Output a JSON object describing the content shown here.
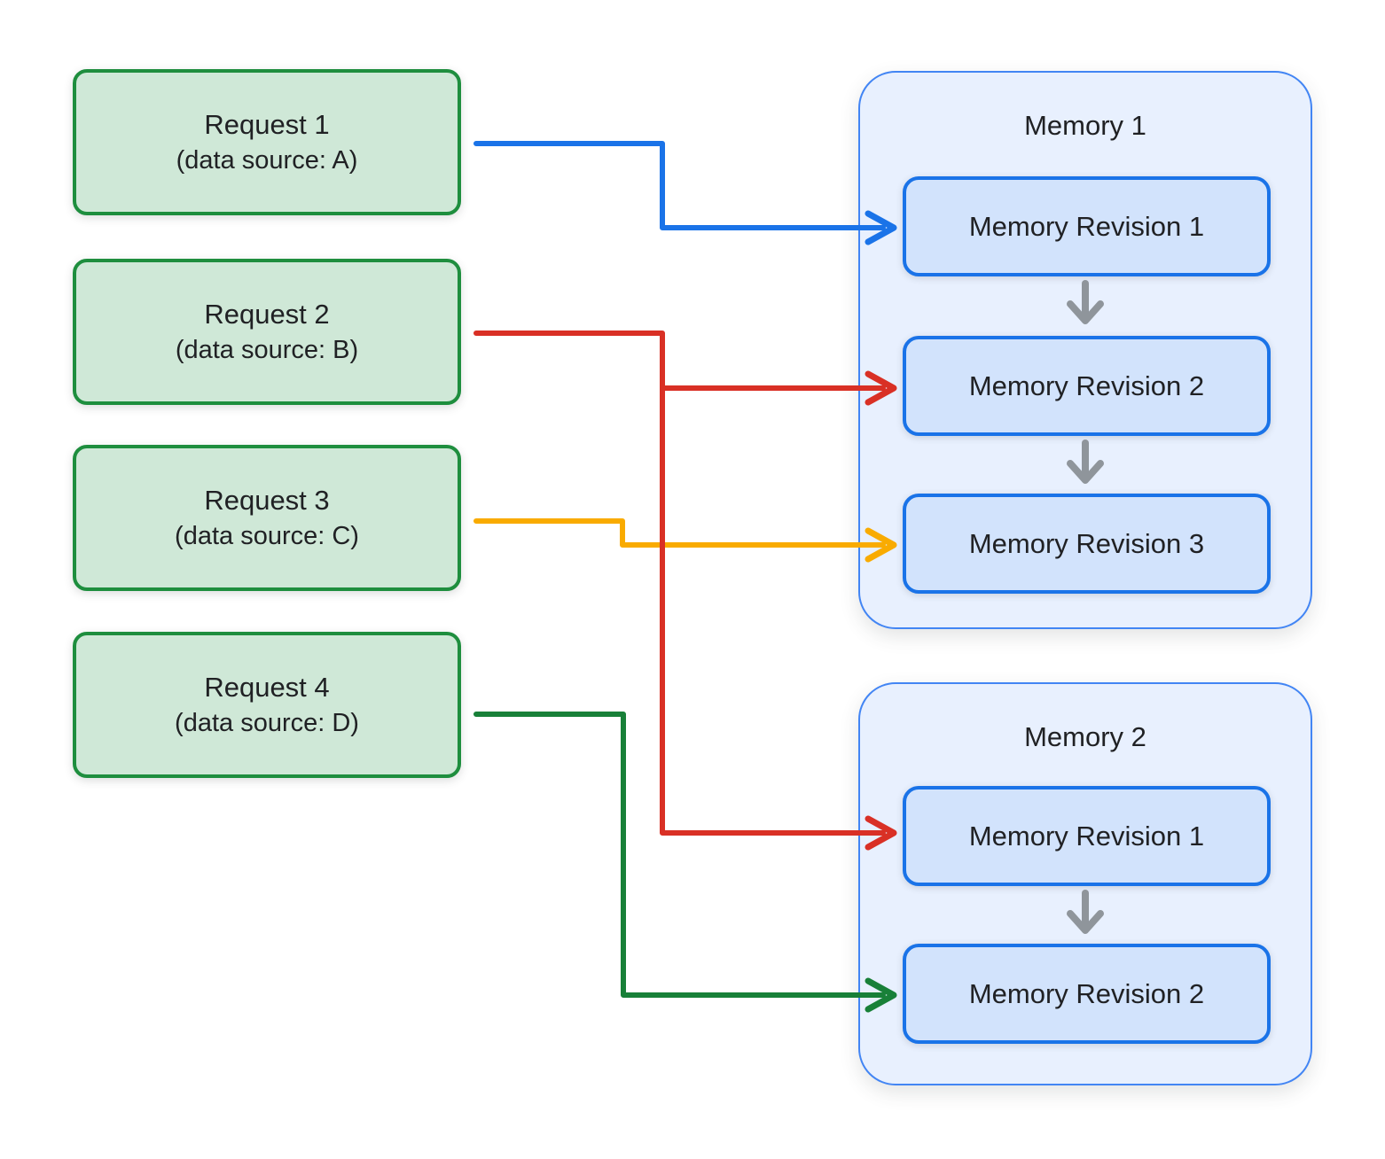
{
  "palette": {
    "bg": "#ffffff",
    "text": "#202124",
    "request_fill": "#cfe8d7",
    "request_border": "#1e8e3e",
    "memory_fill": "#e8f0fe",
    "memory_border": "#4285f4",
    "revision_fill": "#d2e3fc",
    "revision_border": "#1a73e8",
    "arrow_blue": "#1a73e8",
    "arrow_red": "#d93025",
    "arrow_yellow": "#f9ab00",
    "arrow_green": "#188038",
    "arrow_gray": "#8f959b"
  },
  "requests": [
    {
      "label": "Request 1",
      "source": "(data source: A)"
    },
    {
      "label": "Request 2",
      "source": "(data source: B)"
    },
    {
      "label": "Request 3",
      "source": "(data source: C)"
    },
    {
      "label": "Request 4",
      "source": "(data source: D)"
    }
  ],
  "memories": [
    {
      "title": "Memory 1",
      "revisions": [
        "Memory Revision 1",
        "Memory Revision 2",
        "Memory Revision 3"
      ]
    },
    {
      "title": "Memory 2",
      "revisions": [
        "Memory Revision 1",
        "Memory Revision 2"
      ]
    }
  ],
  "connections": [
    {
      "from": "Request 1",
      "to": "Memory 1 / Memory Revision 1",
      "color_name": "blue",
      "color": "#1a73e8"
    },
    {
      "from": "Request 2",
      "to": "Memory 1 / Memory Revision 2",
      "color_name": "red",
      "color": "#d93025"
    },
    {
      "from": "Request 2",
      "to": "Memory 2 / Memory Revision 1",
      "color_name": "red",
      "color": "#d93025"
    },
    {
      "from": "Request 3",
      "to": "Memory 1 / Memory Revision 3",
      "color_name": "yellow",
      "color": "#f9ab00"
    },
    {
      "from": "Request 4",
      "to": "Memory 2 / Memory Revision 2",
      "color_name": "green",
      "color": "#188038"
    }
  ],
  "internal_flow_arrows": [
    {
      "memory": "Memory 1",
      "from": "Memory Revision 1",
      "to": "Memory Revision 2",
      "color": "#8f959b"
    },
    {
      "memory": "Memory 1",
      "from": "Memory Revision 2",
      "to": "Memory Revision 3",
      "color": "#8f959b"
    },
    {
      "memory": "Memory 2",
      "from": "Memory Revision 1",
      "to": "Memory Revision 2",
      "color": "#8f959b"
    }
  ]
}
